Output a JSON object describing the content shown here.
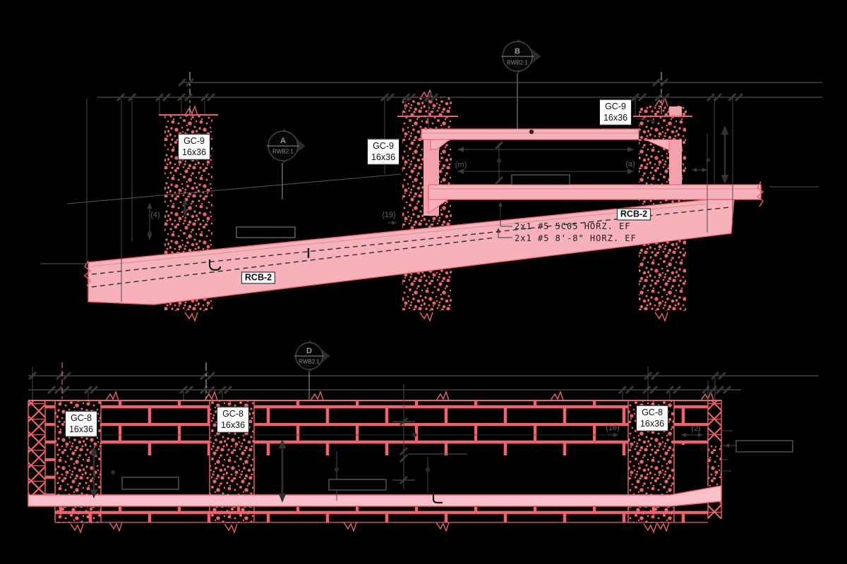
{
  "top_view": {
    "markers": [
      {
        "letter": "B",
        "sheet": "RWB2.1"
      },
      {
        "letter": "A",
        "sheet": "RWB2.1"
      }
    ],
    "column_tags": [
      {
        "name": "GC-9",
        "size": "16x36"
      },
      {
        "name": "GC-9",
        "size": "16x36"
      },
      {
        "name": "GC-9",
        "size": "16x36"
      }
    ],
    "beam_tags": [
      "RCB-2",
      "RCB-2"
    ],
    "notes": [
      "2x1 #5 5C05 HORZ. EF",
      "2x1 #5 8'-8\" HORZ. EF"
    ],
    "dim_refs": {
      "r4": "(4)",
      "r19": "(19)",
      "rm": "(m)",
      "ra": "(a)"
    }
  },
  "bottom_view": {
    "markers": [
      {
        "letter": "D",
        "sheet": "RWB2.1"
      }
    ],
    "column_tags": [
      {
        "name": "GC-8",
        "size": "16x36"
      },
      {
        "name": "GC-8",
        "size": "16x36"
      },
      {
        "name": "GC-8",
        "size": "16x36"
      }
    ],
    "dim_refs": {
      "r16": "(16)",
      "r2": "(2)"
    }
  },
  "colors": {
    "concrete_fill": "#f6b1bb",
    "slab_fill": "#f9c0c9",
    "line_red": "#ed636c",
    "dim_gray": "#4f4f4f",
    "tick_dark": "#383838"
  }
}
